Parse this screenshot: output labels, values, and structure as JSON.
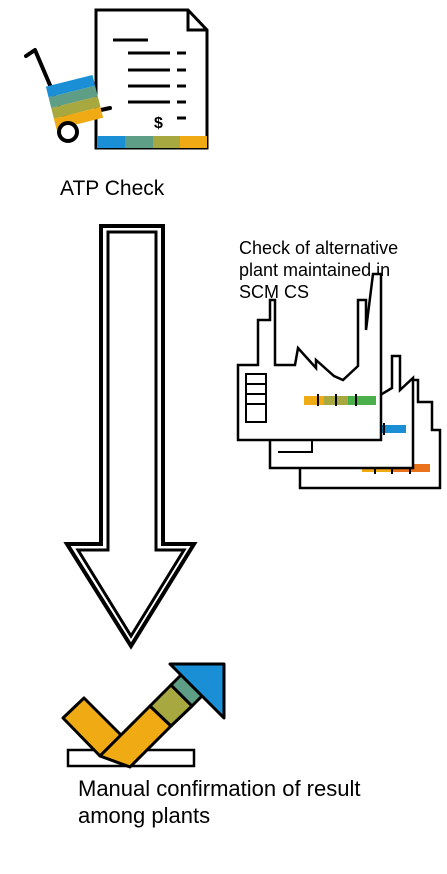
{
  "colors": {
    "blue": "#1a8fd6",
    "teal": "#5f9e86",
    "olive": "#a7a840",
    "yellow": "#f0aa13",
    "orange": "#e9721a",
    "green": "#4bb04a",
    "outline": "#000000"
  },
  "icons": {
    "atp": "document-with-cart-icon",
    "plants": "factory-plants-icon",
    "arrow": "down-arrow-icon",
    "result": "checkmark-confirmation-icon"
  },
  "labels": {
    "atp_check": "ATP Check",
    "alternative_plant": [
      "Check of alternative",
      "plant maintained in",
      "SCM CS"
    ],
    "manual_confirmation": [
      "Manual confirmation of result",
      "among plants"
    ]
  }
}
